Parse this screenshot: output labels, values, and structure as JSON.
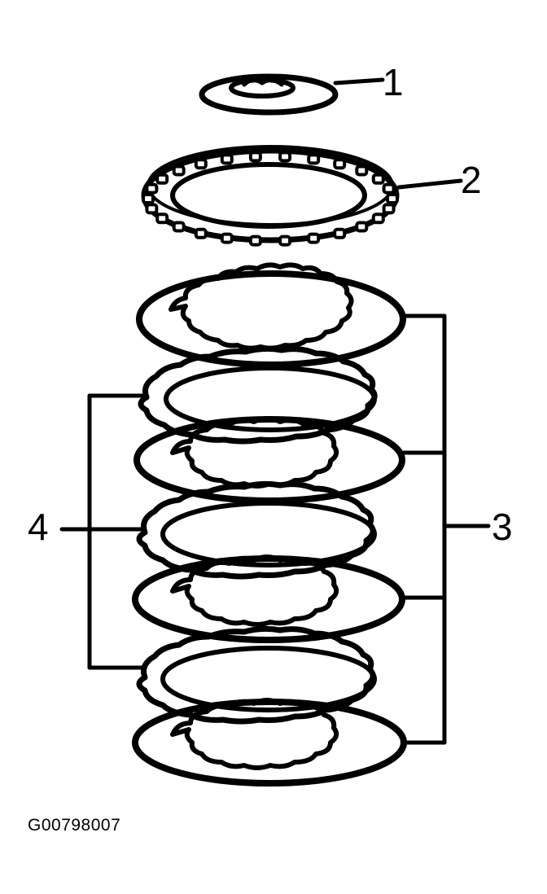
{
  "callouts": {
    "c1": "1",
    "c2": "2",
    "c3": "3",
    "c4": "4"
  },
  "figure_id": "G00798007",
  "colors": {
    "ink": "#000000",
    "paper": "#ffffff"
  },
  "parts": [
    {
      "name": "washer",
      "callout": "1"
    },
    {
      "name": "bearing-assembly",
      "callout": "2"
    },
    {
      "name": "steel-plates",
      "callout": "3",
      "count": 4
    },
    {
      "name": "friction-plates",
      "callout": "4",
      "count": 3
    }
  ]
}
